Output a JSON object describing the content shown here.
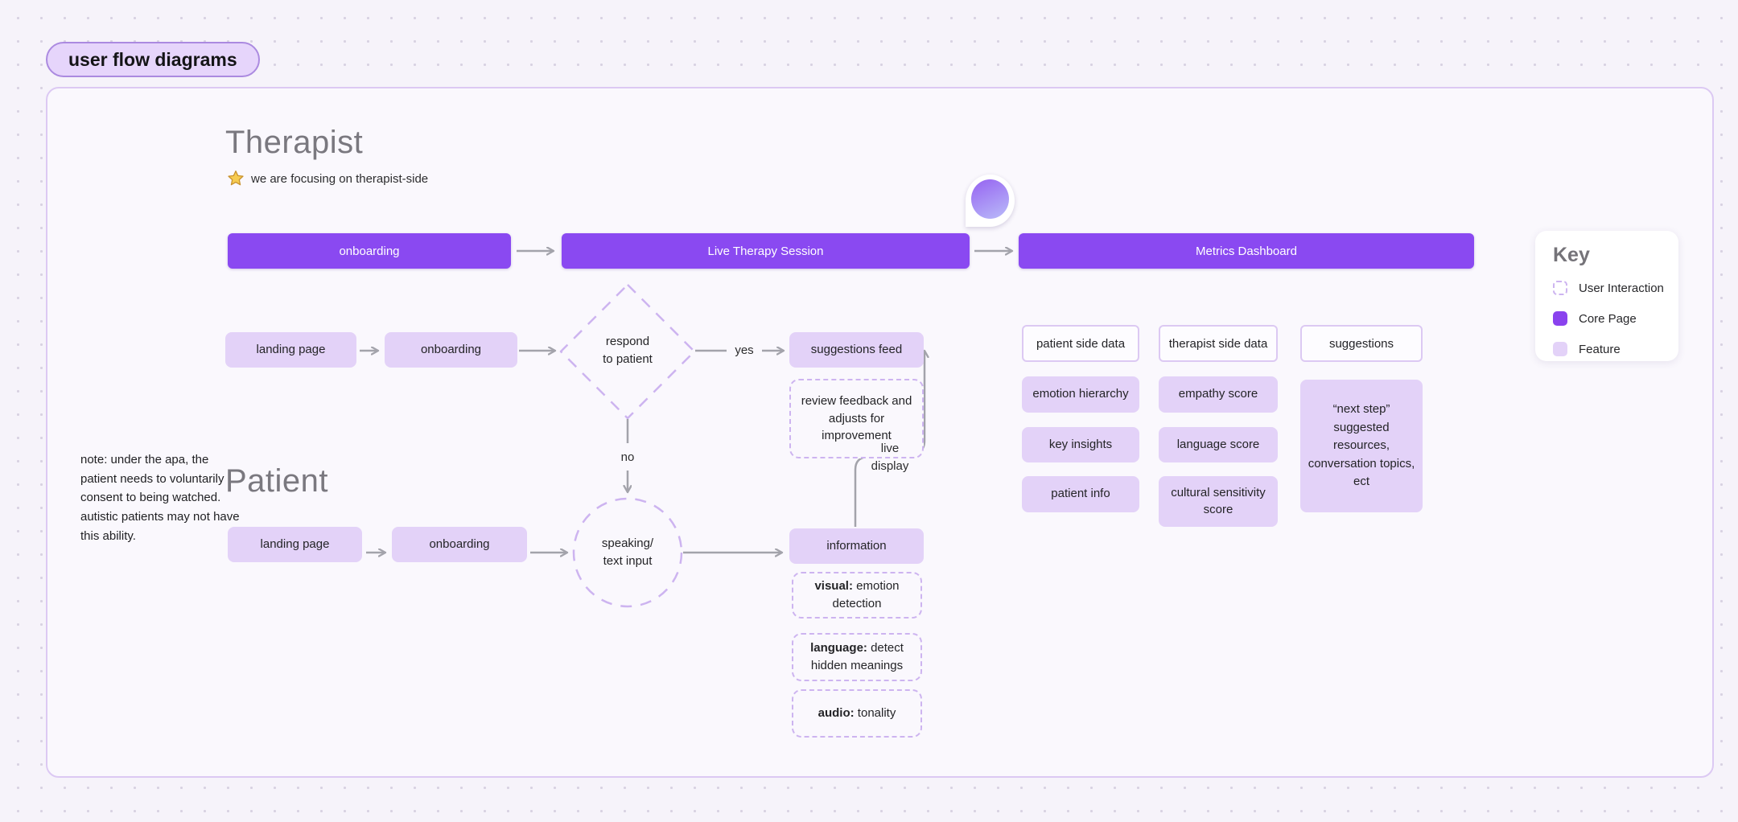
{
  "title_pill": "user flow diagrams",
  "therapist": {
    "heading": "Therapist",
    "focus_note": "we are focusing on therapist-side"
  },
  "patient_heading": "Patient",
  "side_note": "note: under the apa, the patient needs to voluntarily consent to being watched. autistic patients may not have this ability.",
  "core_bars": {
    "onboarding": "onboarding",
    "live_therapy": "Live Therapy Session",
    "metrics_dashboard": "Metrics Dashboard"
  },
  "therapist_flow": {
    "landing": "landing page",
    "onboarding": "onboarding",
    "decision_line1": "respond",
    "decision_line2": "to patient",
    "yes_label": "yes",
    "no_label": "no",
    "suggestions_feed": "suggestions feed",
    "review_box": "review feedback and adjusts for improvement",
    "live_label_line1": "live",
    "live_label_line2": "display"
  },
  "patient_flow": {
    "landing": "landing page",
    "onboarding": "onboarding",
    "input_line1": "speaking/",
    "input_line2": "text input",
    "information": "information",
    "features": [
      {
        "bold": "visual:",
        "rest": " emotion detection"
      },
      {
        "bold": "language:",
        "rest": " detect hidden meanings"
      },
      {
        "bold": "audio:",
        "rest": " tonality"
      }
    ]
  },
  "metrics": {
    "columns": [
      {
        "header": "patient side data",
        "items": [
          "emotion hierarchy",
          "key insights",
          "patient info"
        ]
      },
      {
        "header": "therapist side data",
        "items": [
          "empathy score",
          "language score",
          "cultural sensitivity score"
        ]
      },
      {
        "header": "suggestions",
        "items": [
          "“next step” suggested resources, conversation topics, ect"
        ]
      }
    ]
  },
  "legend": {
    "title": "Key",
    "items": [
      {
        "label": "User Interaction",
        "type": "dashed"
      },
      {
        "label": "Core Page",
        "type": "solid"
      },
      {
        "label": "Feature",
        "type": "light"
      }
    ]
  },
  "colors": {
    "core_page": "#8a49f1",
    "feature_fill": "#e3d2f8",
    "dashed_border": "#cdb4f0",
    "arrow": "#a3a3ab"
  }
}
